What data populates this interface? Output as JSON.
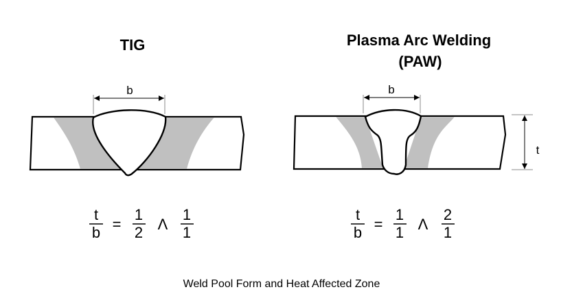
{
  "tig": {
    "title": "TIG",
    "width_label": "b",
    "ratio": {
      "lhs_num": "t",
      "lhs_den": "b",
      "eq": "=",
      "a_num": "1",
      "a_den": "2",
      "op": "Λ",
      "b_num": "1",
      "b_den": "1"
    }
  },
  "paw": {
    "title_line1": "Plasma Arc Welding",
    "title_line2": "(PAW)",
    "width_label": "b",
    "thickness_label": "t",
    "ratio": {
      "lhs_num": "t",
      "lhs_den": "b",
      "eq": "=",
      "a_num": "1",
      "a_den": "1",
      "op": "Λ",
      "b_num": "2",
      "b_den": "1"
    }
  },
  "caption": "Weld Pool Form and Heat Affected Zone",
  "colors": {
    "haz": "#c0c0c0",
    "line": "#000000"
  }
}
